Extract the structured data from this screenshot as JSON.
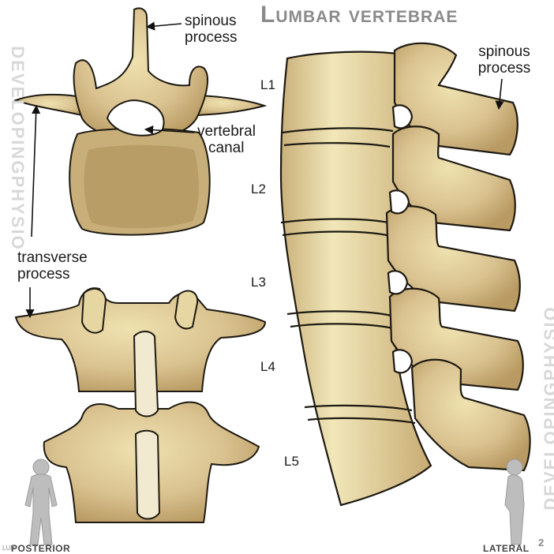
{
  "title": "Lumbar vertebrae",
  "labels": {
    "spinous_top": [
      "spinous",
      "process"
    ],
    "spinous_lateral": [
      "spinous",
      "process"
    ],
    "vertebral_canal": [
      "vertebral",
      "canal"
    ],
    "transverse": [
      "transverse",
      "process"
    ]
  },
  "levels": [
    "L1",
    "L2",
    "L3",
    "L4",
    "L5"
  ],
  "watermark": "DEVELOPINGPHYSIO",
  "views": {
    "posterior": "POSTERIOR",
    "lateral": "LATERAL"
  },
  "corner_marks": {
    "left": "LUP",
    "right": "2"
  },
  "colors": {
    "bone": "#d9c290",
    "bone_dark": "#a98a55",
    "bone_light": "#f0e6b8",
    "outline": "#1e1a12",
    "figure": "#bdbdbd"
  }
}
